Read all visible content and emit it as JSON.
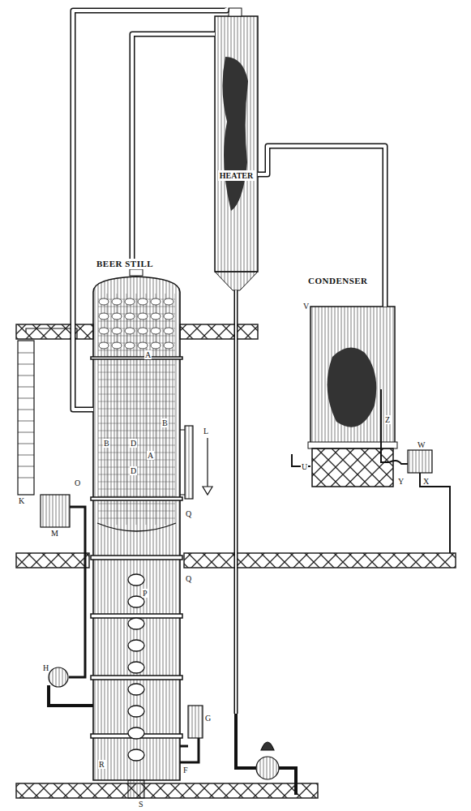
{
  "diagram": {
    "nodes": [
      {
        "text": [
          "BEER STILL"
        ]
      },
      {
        "text": [
          "HEATER"
        ]
      },
      {
        "text": [
          "CONDENSER"
        ]
      }
    ],
    "edges": [
      {
        "from": 0,
        "to": 1,
        "arrow": "none"
      },
      {
        "from": 1,
        "to": 0,
        "arrow": "none"
      },
      {
        "from": 1,
        "to": 2,
        "arrow": "none"
      }
    ],
    "labels": [
      "A",
      "B",
      "B",
      "D",
      "A",
      "D",
      "L",
      "K",
      "M",
      "O",
      "Q",
      "Q",
      "P",
      "H",
      "R",
      "G",
      "F",
      "S",
      "V",
      "U",
      "W",
      "X",
      "Y",
      "Z"
    ]
  }
}
